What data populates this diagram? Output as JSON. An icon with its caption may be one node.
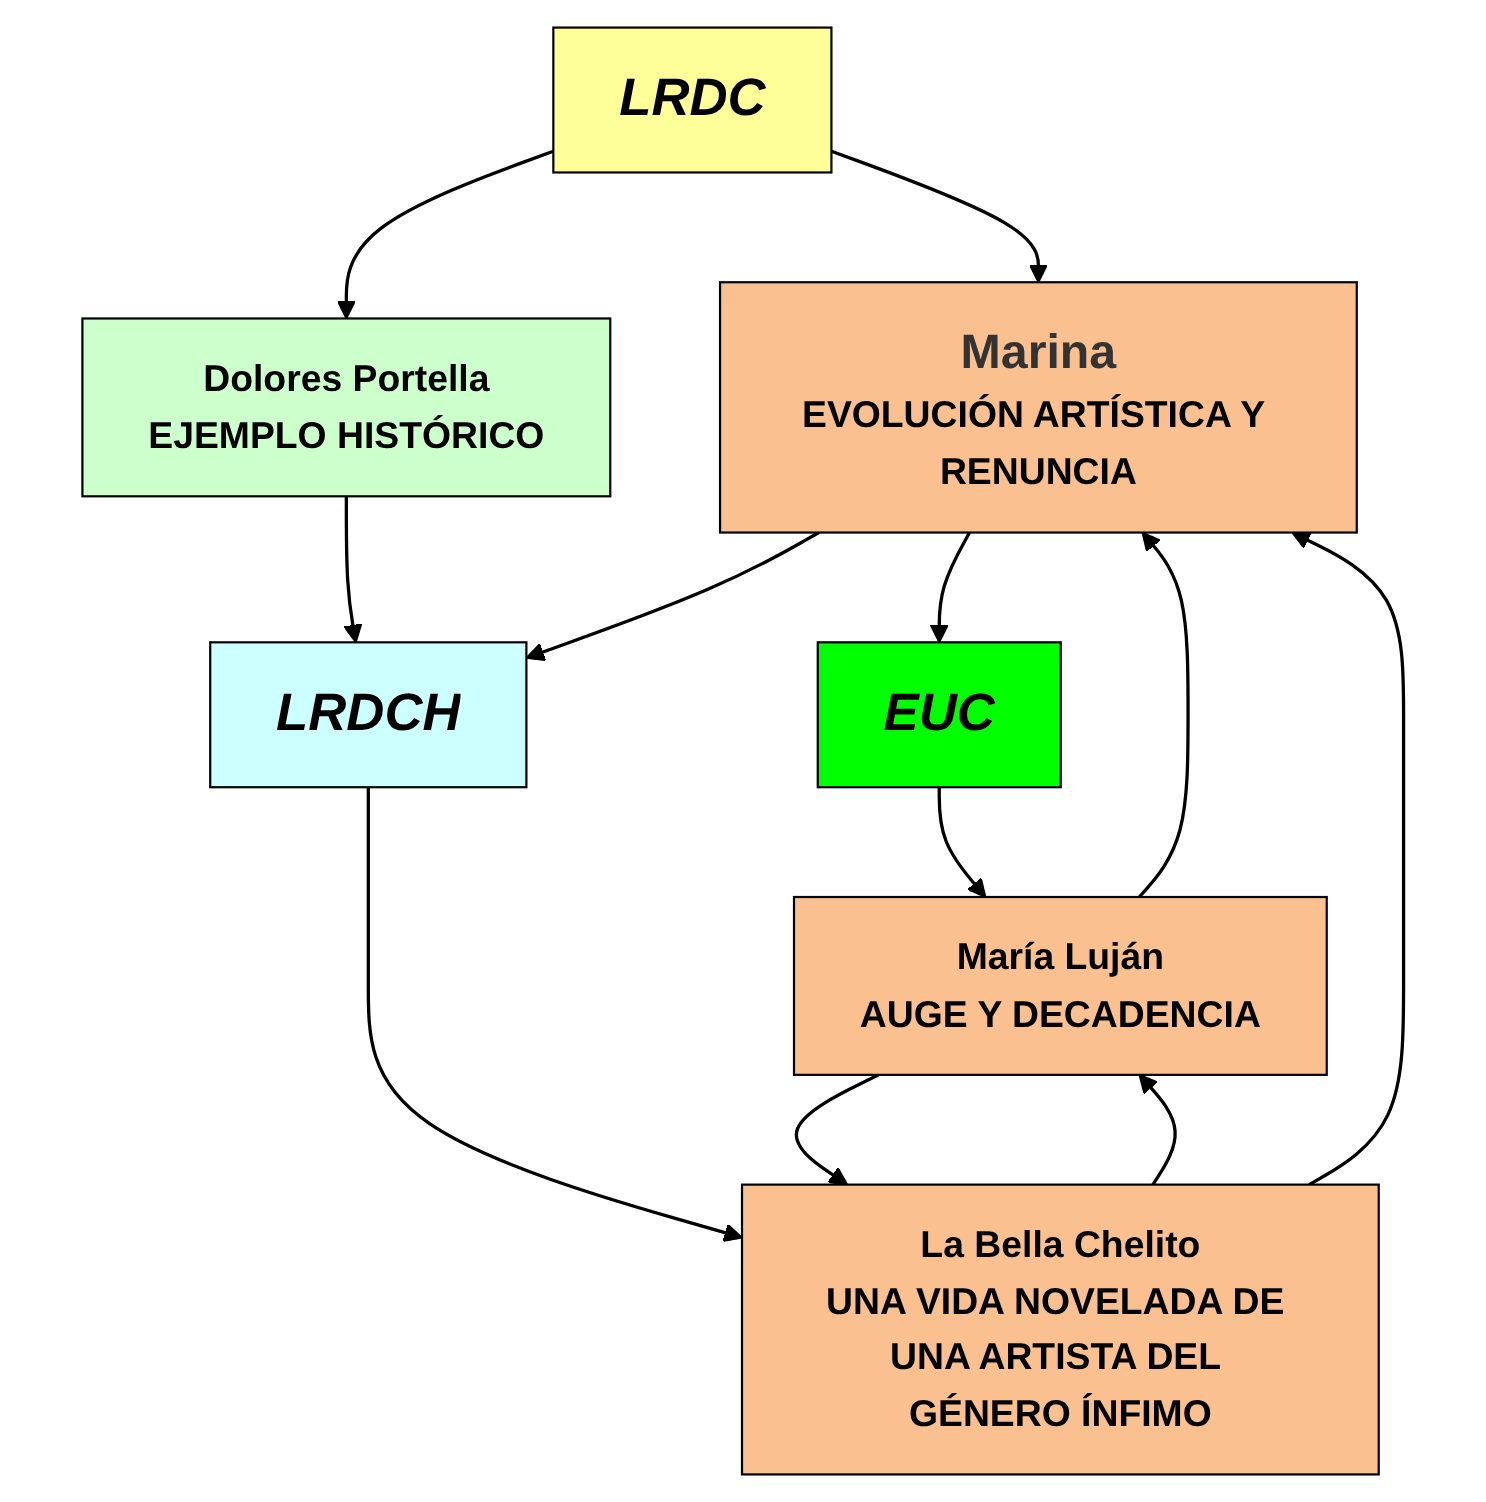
{
  "diagram": {
    "nodes": [
      {
        "text": [
          "LRDC"
        ]
      },
      {
        "text": [
          "Marina",
          "EVOLUCIÓN ARTÍSTICA Y RENUNCIA"
        ]
      },
      {
        "text": [
          "Dolores Portella",
          "EJEMPLO HISTÓRICO"
        ]
      },
      {
        "text": [
          "LRDCH"
        ]
      },
      {
        "text": [
          "EUC"
        ]
      },
      {
        "text": [
          "María Luján",
          "AUGE Y DECADENCIA"
        ]
      },
      {
        "text": [
          "La Bella Chelito",
          "UNA VIDA NOVELADA DE UNA ARTISTA DEL GÉNERO ÍNFIMO"
        ]
      }
    ],
    "edges": [
      {
        "from": 0,
        "to": 1,
        "arrow": "to"
      },
      {
        "from": 0,
        "to": 2,
        "arrow": "to"
      },
      {
        "from": 1,
        "to": 4,
        "arrow": "to"
      },
      {
        "from": 2,
        "to": 3,
        "arrow": "to"
      },
      {
        "from": 1,
        "to": 3,
        "arrow": "to"
      },
      {
        "from": 3,
        "to": 6,
        "arrow": "to"
      },
      {
        "from": 4,
        "to": 5,
        "arrow": "to"
      },
      {
        "from": 6,
        "to": 5,
        "arrow": "to"
      },
      {
        "from": 5,
        "to": 6,
        "arrow": "to"
      },
      {
        "from": 5,
        "to": 1,
        "arrow": "to"
      },
      {
        "from": 6,
        "to": 1,
        "arrow": "to"
      }
    ]
  }
}
